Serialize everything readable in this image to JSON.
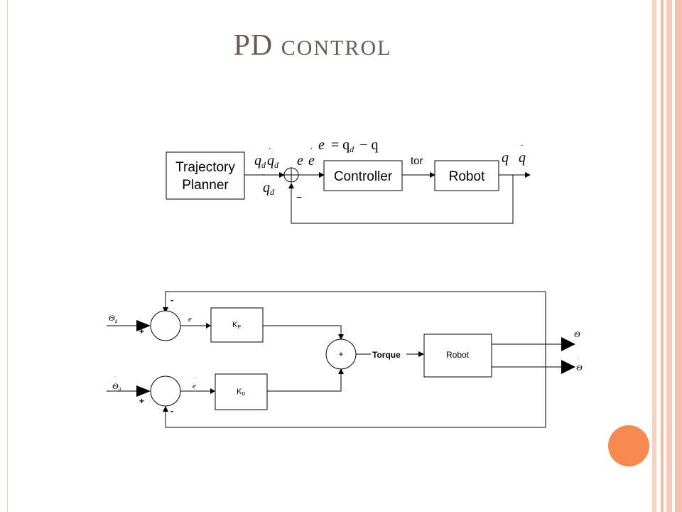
{
  "slide": {
    "title_main": "PD",
    "title_rest": "control"
  },
  "diagram1": {
    "planner_line1": "Trajectory",
    "planner_line2": "Planner",
    "controller": "Controller",
    "robot": "Robot",
    "tor": "tor",
    "minus": "−",
    "q": "q",
    "d": "d",
    "e": "e",
    "eq_lhs": "e",
    "eq_rhs": "= q",
    "eq_end": "− q"
  },
  "diagram2": {
    "kp": "K",
    "kp_sub": "P",
    "kd": "K",
    "kd_sub": "D",
    "robot": "Robot",
    "torque": "Torque",
    "plus": "+",
    "minus": "-",
    "e": "e",
    "theta": "Θ",
    "d": "d"
  },
  "colors": {
    "title": "#6b5a52",
    "accent": "#f7894e",
    "band": "#f2c4b6"
  }
}
